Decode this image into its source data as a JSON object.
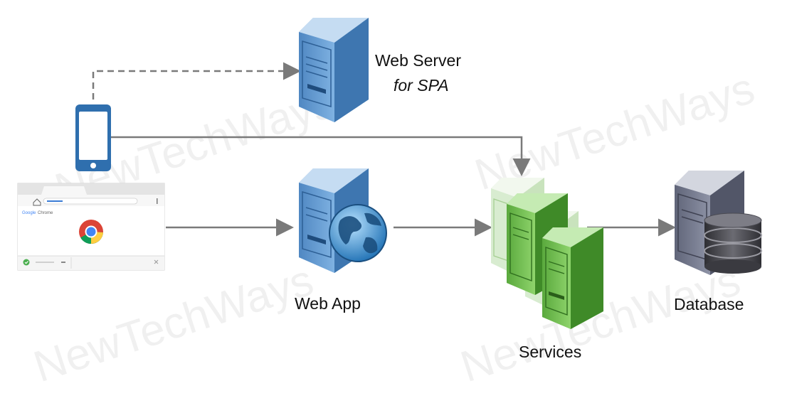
{
  "labels": {
    "web_server": "Web Server",
    "for_spa": "for SPA",
    "web_app": "Web App",
    "services": "Services",
    "database": "Database"
  },
  "browser": {
    "brand": "Google Chrome",
    "brand_google": "Google",
    "brand_chrome": "Chrome"
  },
  "watermark": "NewTechWays",
  "colors": {
    "server_blue": "#6fa4d6",
    "service_green": "#7ac35c",
    "service_green_light": "#d8ecd0",
    "database_gray": "#7a7f92",
    "phone_blue": "#2f6fae",
    "arrow_gray": "#7a7a7a"
  }
}
